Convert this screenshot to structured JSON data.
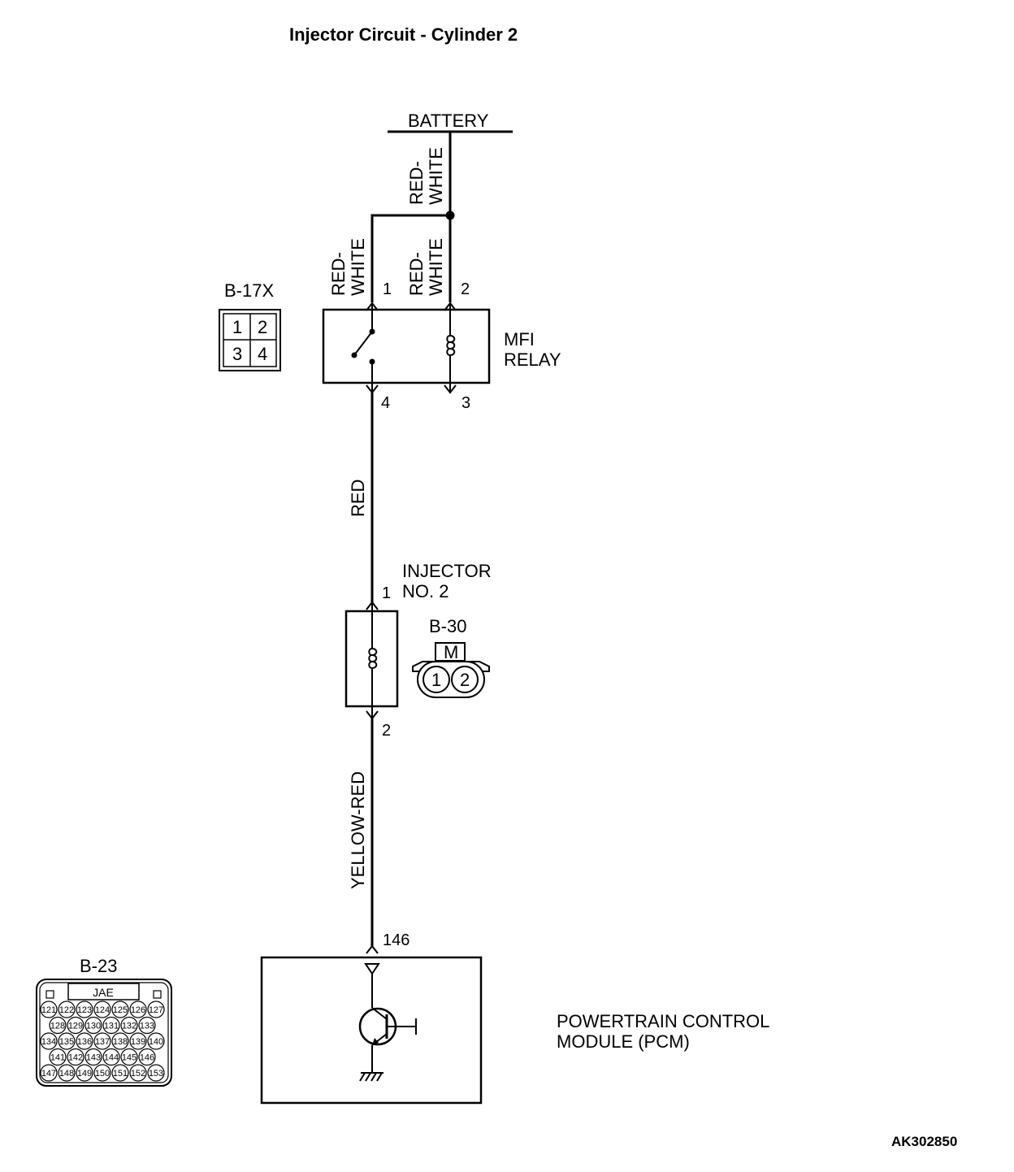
{
  "title": "Injector Circuit - Cylinder 2",
  "figure_id": "AK302850",
  "battery": {
    "label": "BATTERY"
  },
  "wires": {
    "battery_feed": {
      "line1": "RED-",
      "line2": "WHITE"
    },
    "relay_pin1": {
      "line1": "RED-",
      "line2": "WHITE"
    },
    "relay_pin2": {
      "line1": "RED-",
      "line2": "WHITE"
    },
    "relay_to_injector": "RED",
    "injector_to_pcm": "YELLOW-RED"
  },
  "mfi_relay": {
    "line1": "MFI",
    "line2": "RELAY",
    "pins": {
      "p1": "1",
      "p2": "2",
      "p3": "3",
      "p4": "4"
    }
  },
  "injector": {
    "line1": "INJECTOR",
    "line2": "NO. 2",
    "pins": {
      "p1": "1",
      "p2": "2"
    }
  },
  "pcm": {
    "line1": "POWERTRAIN CONTROL",
    "line2": "MODULE (PCM)",
    "pin": "146"
  },
  "connectors": {
    "b17x": {
      "label": "B-17X",
      "cells": [
        "1",
        "2",
        "3",
        "4"
      ]
    },
    "b30": {
      "label": "B-30",
      "key": "M",
      "pins": [
        "1",
        "2"
      ]
    },
    "b23": {
      "label": "B-23",
      "maker": "JAE",
      "rows": [
        [
          "121",
          "122",
          "123",
          "124",
          "125",
          "126",
          "127"
        ],
        [
          "128",
          "129",
          "130",
          "131",
          "132",
          "133"
        ],
        [
          "134",
          "135",
          "136",
          "137",
          "138",
          "139",
          "140"
        ],
        [
          "141",
          "142",
          "143",
          "144",
          "145",
          "146"
        ],
        [
          "147",
          "148",
          "149",
          "150",
          "151",
          "152",
          "153"
        ]
      ]
    }
  }
}
